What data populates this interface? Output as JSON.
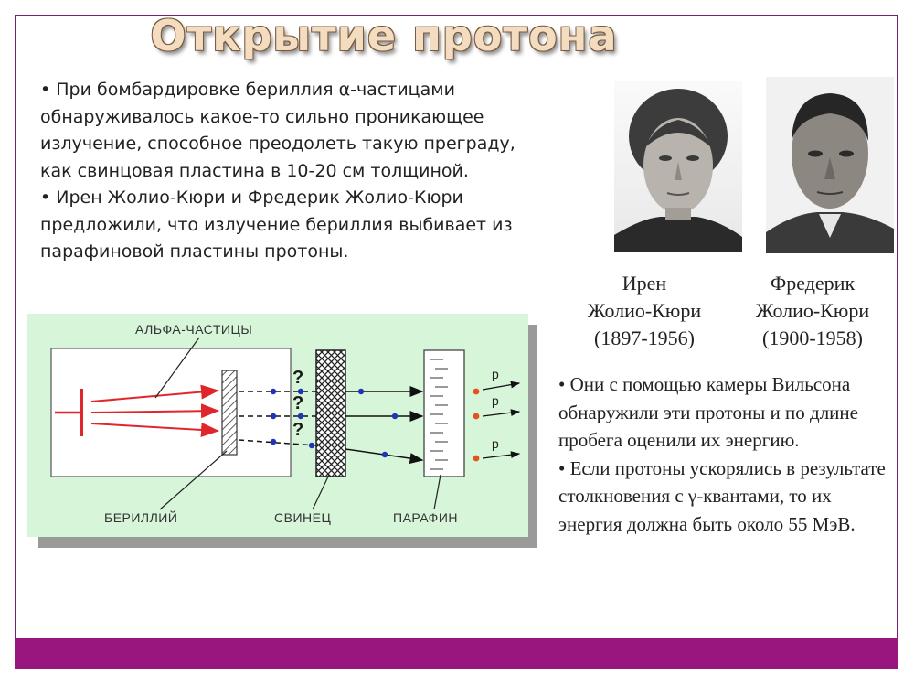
{
  "slide": {
    "title": "Открытие протона",
    "intro": {
      "bullet1": "• При бомбардировке бериллия  α-частицами обнаруживалось какое-то сильно проникающее излучение, способное преодолеть такую преграду, как свинцовая пластина в 10-20 см толщиной.",
      "bullet2": "• Ирен Жолио-Кюри и Фредерик Жолио-Кюри предложили, что излучение бериллия выбивает из парафиновой пластины протоны."
    },
    "diagram": {
      "label_alpha": "АЛЬФА-ЧАСТИЦЫ",
      "label_beryllium": "БЕРИЛЛИЙ",
      "label_lead": "СВИНЕЦ",
      "label_paraffin": "ПАРАФИН",
      "question_mark": "?",
      "proton_label": "p"
    },
    "people": [
      {
        "first_name": "Ирен",
        "last_name": "Жолио-Кюри",
        "years": "(1897-1956)"
      },
      {
        "first_name": "Фредерик",
        "last_name": "Жолио-Кюри",
        "years": "(1900-1958)"
      }
    ],
    "findings": {
      "bullet1": "• Они с помощью камеры Вильсона обнаружили эти протоны и по длине пробега оценили их энергию.",
      "bullet2": "• Если протоны ускорялись в результате столкновения с γ-квантами, то их энергия должна быть около 55 МэВ."
    },
    "colors": {
      "accent_bar": "#99167f",
      "diagram_bg": "#d7f5d9",
      "alpha_ray": "#e0262b",
      "particle_dot": "#1f35b8",
      "proton_dot": "#e2531d"
    }
  }
}
